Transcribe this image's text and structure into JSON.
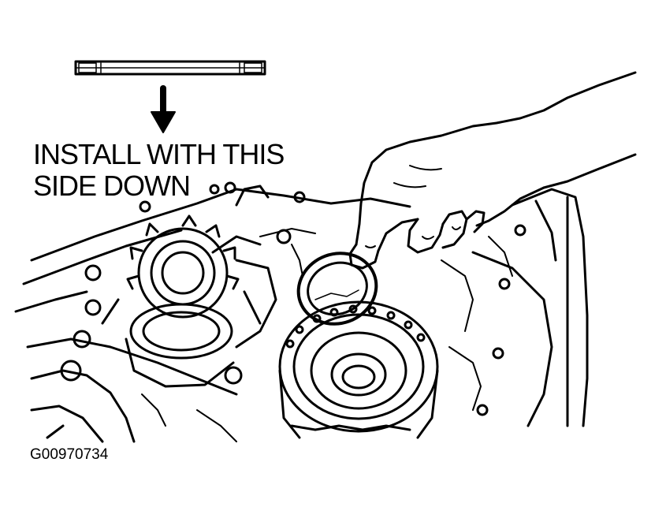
{
  "illustration": {
    "instruction_line1": "INSTALL WITH THIS",
    "instruction_line2": "SIDE DOWN",
    "figure_id": "G00970734"
  },
  "colors": {
    "ink": "#000000",
    "paper": "#ffffff"
  },
  "icons": [
    "down-arrow-icon",
    "thrust-bearing-icon",
    "hand-icon",
    "gear-icon",
    "drum-icon"
  ]
}
